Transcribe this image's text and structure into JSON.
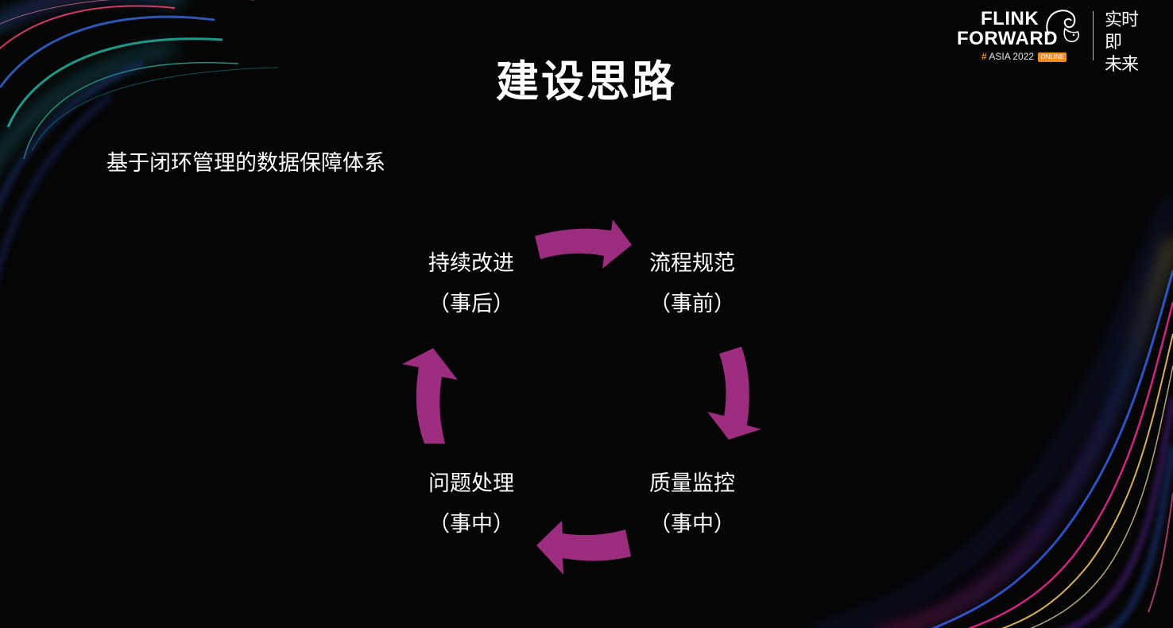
{
  "slide": {
    "title": "建设思路",
    "subtitle": "基于闭环管理的数据保障体系"
  },
  "cycle": {
    "arrow_color": "#9b2c7e",
    "steps": [
      {
        "label": "流程规范",
        "phase": "（事前）"
      },
      {
        "label": "质量监控",
        "phase": "（事中）"
      },
      {
        "label": "问题处理",
        "phase": "（事中）"
      },
      {
        "label": "持续改进",
        "phase": "（事后）"
      }
    ]
  },
  "logo": {
    "line1": "FLINK",
    "line2": "FORWARD",
    "hash": "#",
    "event": "ASIA 2022",
    "badge": "ONLINE",
    "slogan_line1": "实时即",
    "slogan_line2": "未来"
  },
  "colors": {
    "background": "#050505",
    "accent_orange": "#f28c1e",
    "text": "#ffffff"
  }
}
